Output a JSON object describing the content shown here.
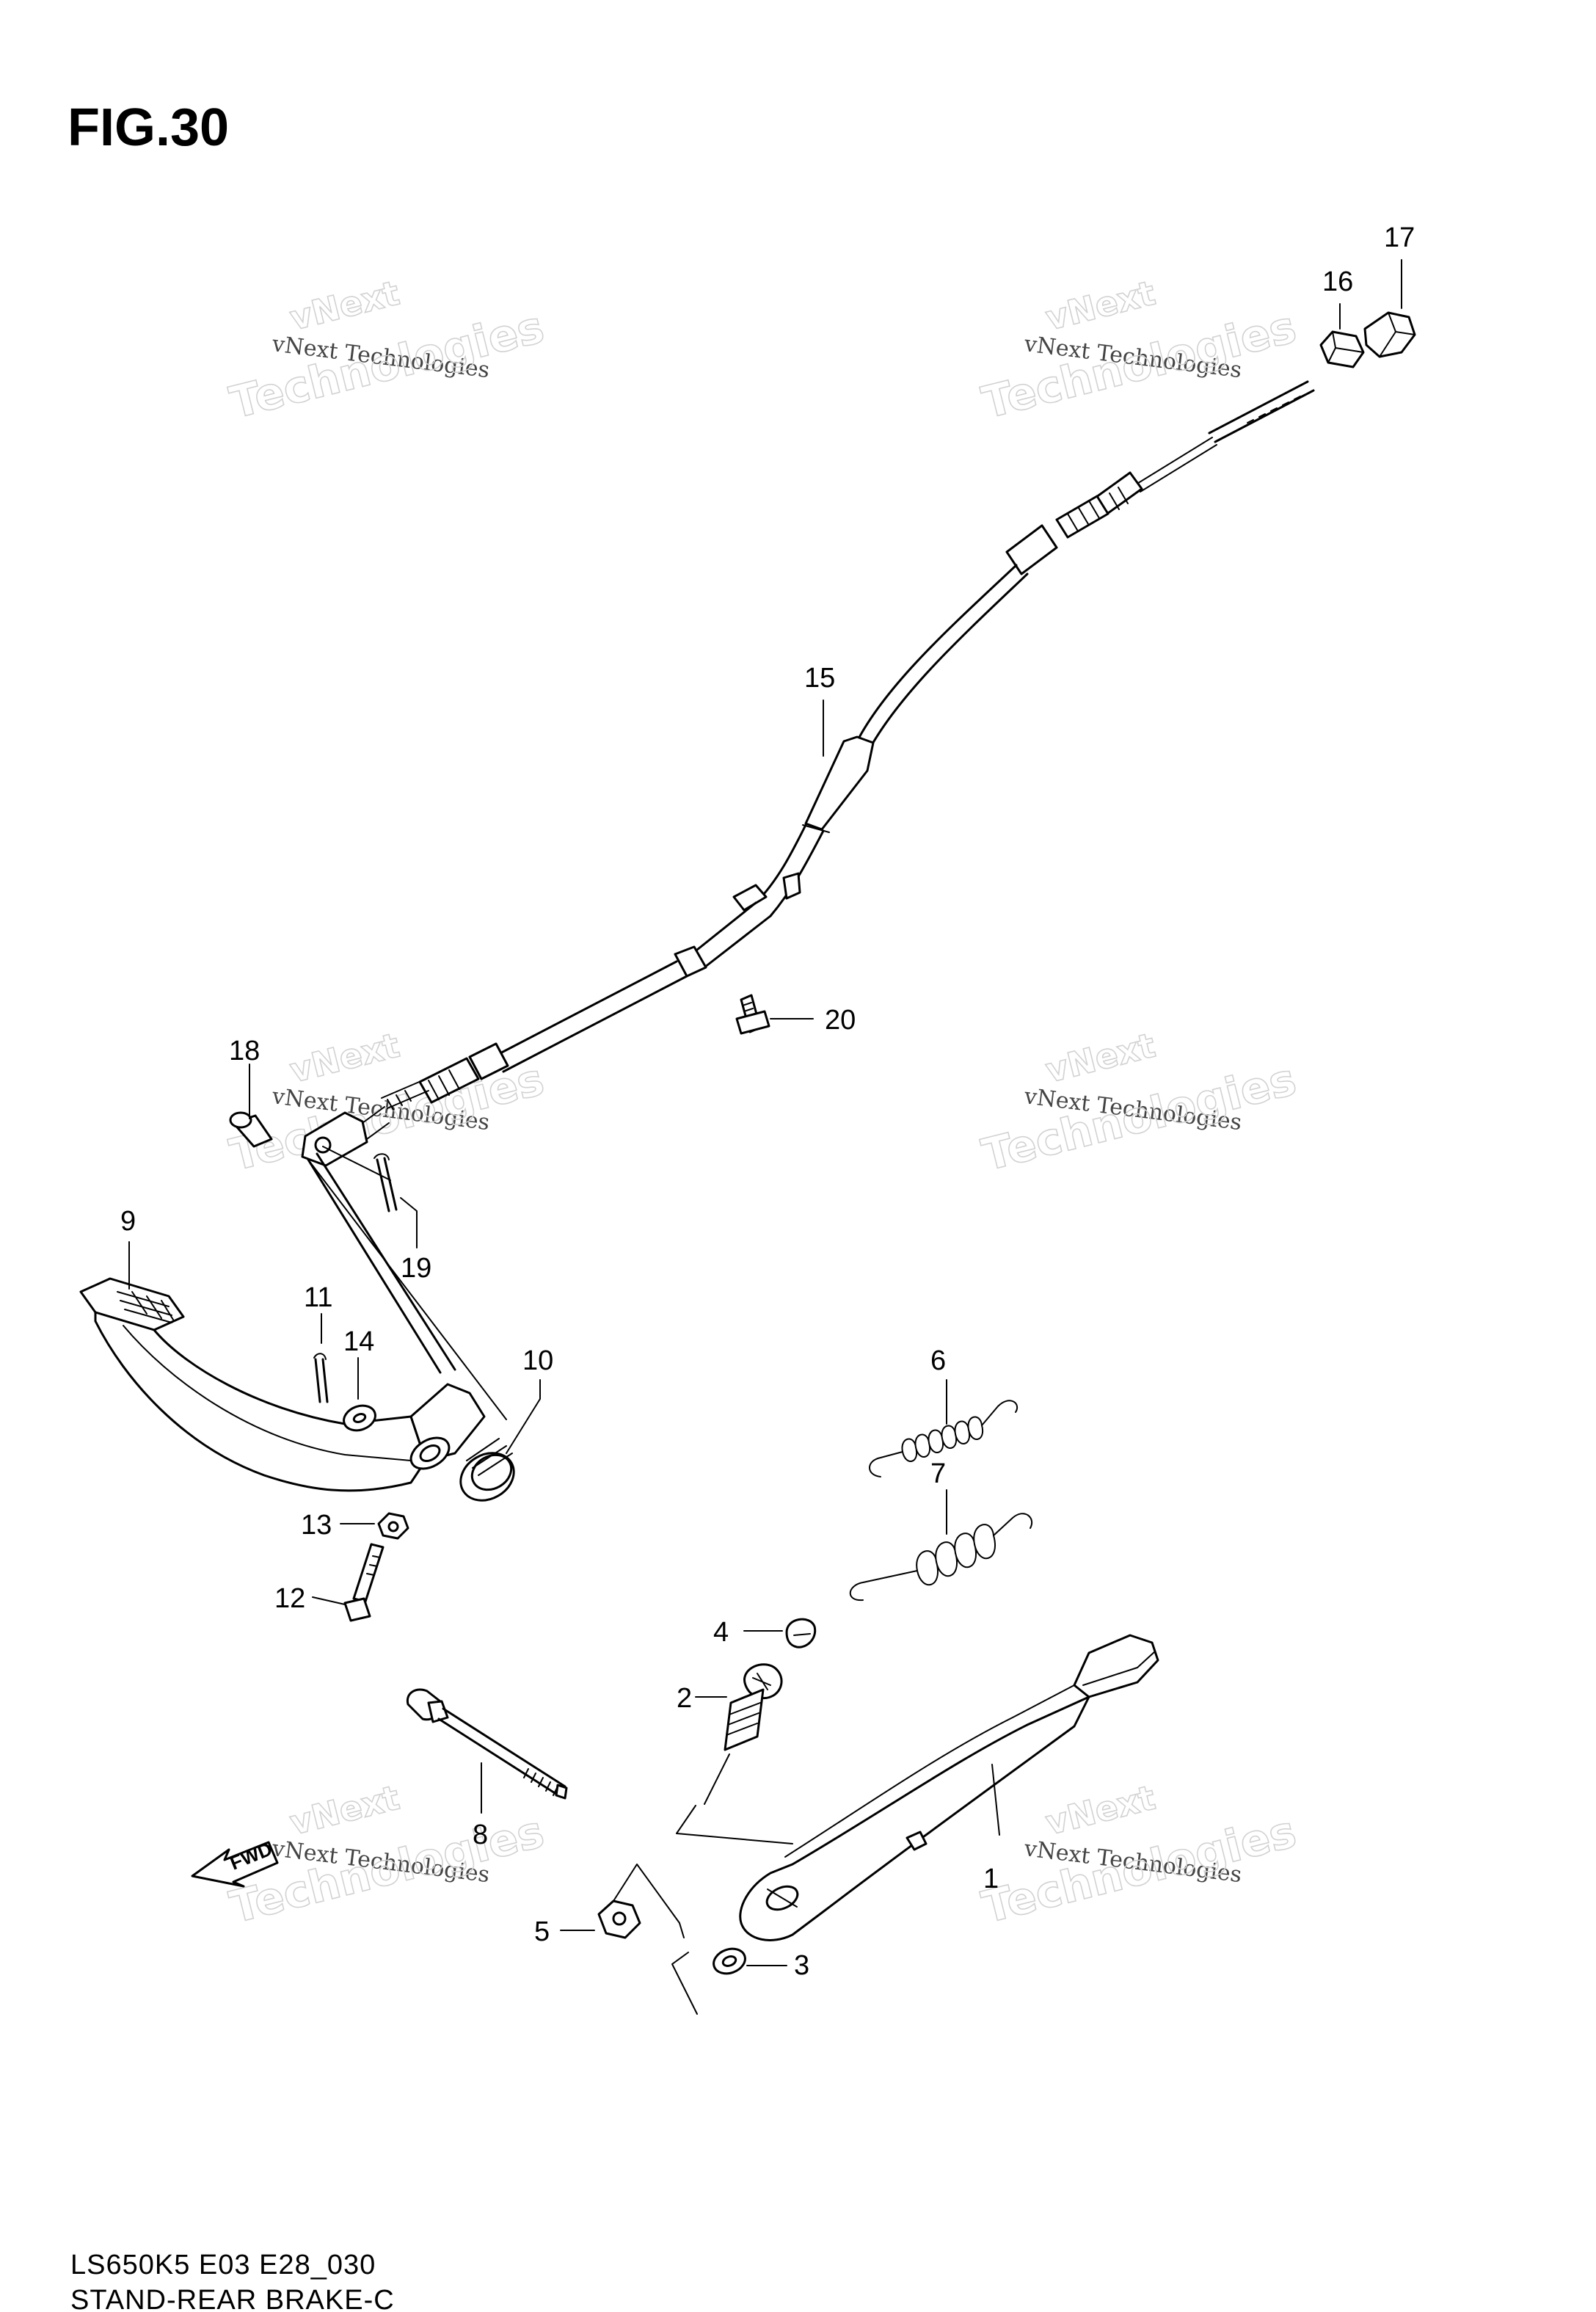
{
  "figure": {
    "title": "FIG.30"
  },
  "footer": {
    "code": "LS650K5 E03 E28_030",
    "name": "STAND-REAR BRAKE-C"
  },
  "direction_marker": {
    "label": "FWD",
    "icon": "fwd-arrow-icon"
  },
  "watermark": {
    "line1": "vNext",
    "line2": "vNext Technologies",
    "line3": "Technologies"
  },
  "callouts": {
    "p1": "1",
    "p2": "2",
    "p3": "3",
    "p4": "4",
    "p5": "5",
    "p6": "6",
    "p7": "7",
    "p8": "8",
    "p9": "9",
    "p10": "10",
    "p11": "11",
    "p12": "12",
    "p13": "13",
    "p14": "14",
    "p15": "15",
    "p16": "16",
    "p17": "17",
    "p18": "18",
    "p19": "19",
    "p20": "20"
  }
}
